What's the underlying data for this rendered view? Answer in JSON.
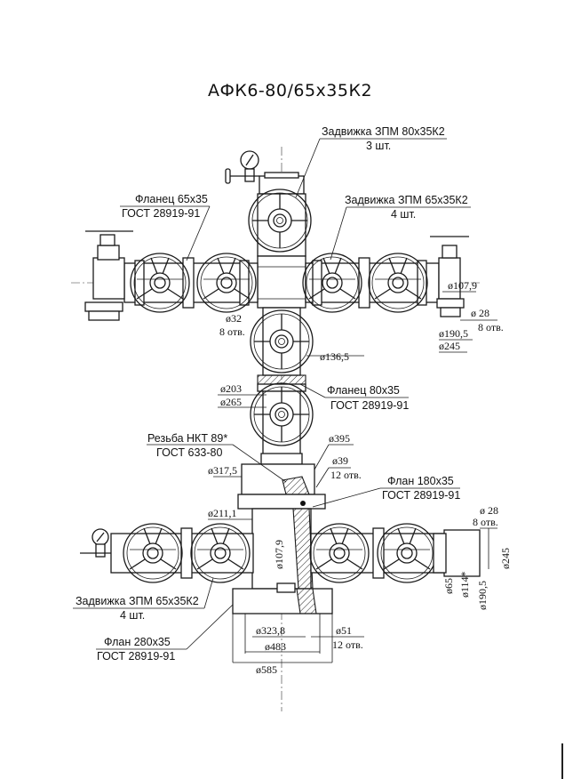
{
  "title": "АФК6-80/65х35К2",
  "callouts": {
    "valve_80_top": {
      "line1": "Задвижка ЗПМ 80х35К2",
      "line2": "3 шт."
    },
    "valve_65_top": {
      "line1": "Задвижка ЗПМ 65х35К2",
      "line2": "4 шт."
    },
    "flange_65": {
      "line1": "Фланец 65х35",
      "line2": "ГОСТ 28919-91"
    },
    "flange_80": {
      "line1": "Фланец 80х35",
      "line2": "ГОСТ 28919-91"
    },
    "thread": {
      "line1": "Резьба НКТ 89*",
      "line2": "ГОСТ 633-80"
    },
    "flange_180": {
      "line1": "Флан 180х35",
      "line2": "ГОСТ 28919-91"
    },
    "valve_65_bottom": {
      "line1": "Задвижка ЗПМ 65х35К2",
      "line2": "4 шт."
    },
    "flange_280": {
      "line1": "Флан 280х35",
      "line2": "ГОСТ 28919-91"
    }
  },
  "dimensions": {
    "right_top": {
      "d1": "ø107,9",
      "d2": "ø 28",
      "d2_note": "8 отв.",
      "d3": "ø190,5",
      "d4": "ø245"
    },
    "center_upper": {
      "holes": "ø32",
      "holes_note": "8 отв.",
      "d136": "ø136,5",
      "d203": "ø203",
      "d265": "ø265"
    },
    "middle": {
      "d395": "ø395",
      "d39": "ø39",
      "d39_note": "12 отв.",
      "d317": "ø317,5",
      "d211": "ø211,1",
      "d107": "ø107,9"
    },
    "right_bottom": {
      "holes": "ø 28",
      "holes_note": "8 отв.",
      "d65": "ø65",
      "d114": "ø114*",
      "d190": "ø190,5",
      "d245": "ø245"
    },
    "base": {
      "d323": "ø323,8",
      "d483": "ø483",
      "d585": "ø585",
      "d51": "ø51",
      "d51_note": "12 отв."
    }
  },
  "colors": {
    "ink": "#111111",
    "paper": "#ffffff"
  }
}
